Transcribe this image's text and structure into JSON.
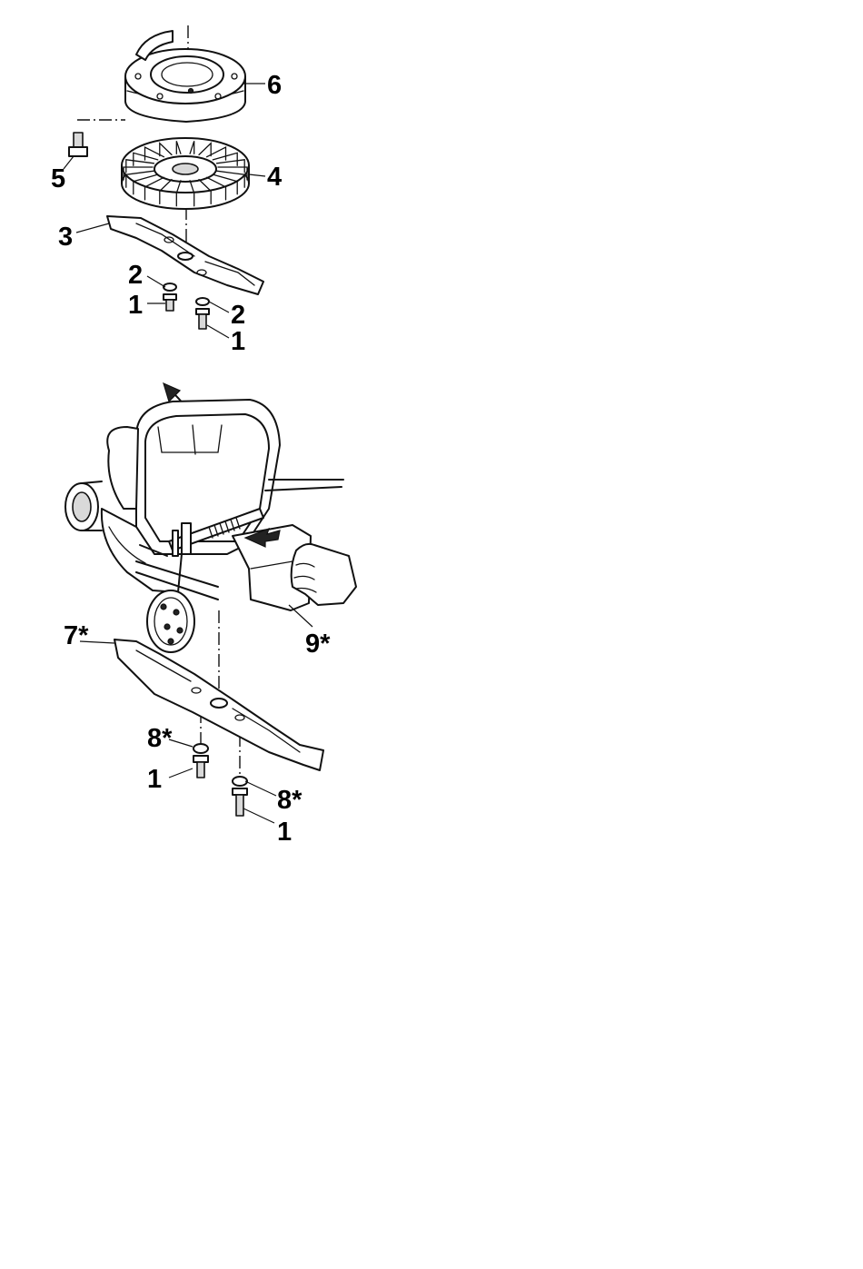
{
  "figure_top": {
    "callouts": [
      {
        "id": "c6",
        "text": "6"
      },
      {
        "id": "c5",
        "text": "5"
      },
      {
        "id": "c4",
        "text": "4"
      },
      {
        "id": "c3",
        "text": "3"
      },
      {
        "id": "c2a",
        "text": "2"
      },
      {
        "id": "c1a",
        "text": "1"
      },
      {
        "id": "c2b",
        "text": "2"
      },
      {
        "id": "c1b",
        "text": "1"
      }
    ]
  },
  "figure_bottom": {
    "callouts": [
      {
        "id": "c7",
        "text": "7*"
      },
      {
        "id": "c9",
        "text": "9*"
      },
      {
        "id": "c8a",
        "text": "8*"
      },
      {
        "id": "c1c",
        "text": "1"
      },
      {
        "id": "c8b",
        "text": "8*"
      },
      {
        "id": "c1d",
        "text": "1"
      }
    ]
  }
}
